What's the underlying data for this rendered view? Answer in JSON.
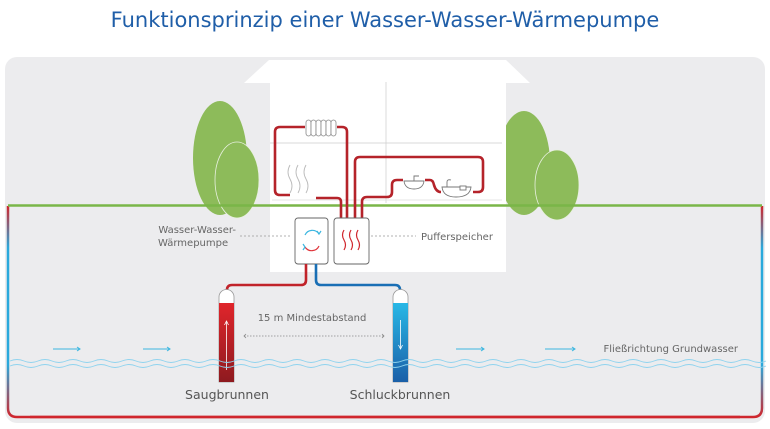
{
  "title": "Funktionsprinzip einer Wasser-Wasser-Wärmepumpe",
  "labels": {
    "heat_pump_line1": "Wasser-Wasser-",
    "heat_pump_line2": "Wärmepumpe",
    "buffer_tank": "Pufferspeicher",
    "distance": "15 m Mindestabstand",
    "flow_direction": "Fließrichtung Grundwasser",
    "suction_well": "Saugbrunnen",
    "injection_well": "Schluckbrunnen"
  },
  "colors": {
    "title": "#1f5ea8",
    "hot_pipe": "#b5232a",
    "cold_pipe": "#1a6fb5",
    "groundwater": "#3bb6e0",
    "ground_line": "#7ab648",
    "tree": "#8dbb5a"
  }
}
